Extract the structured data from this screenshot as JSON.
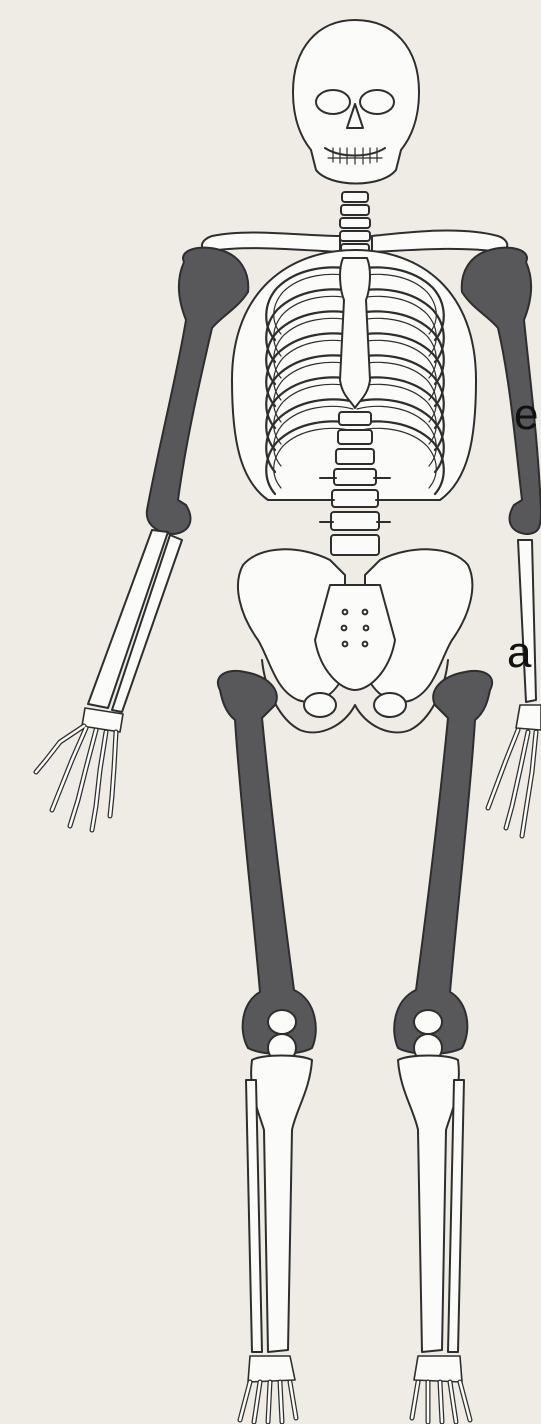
{
  "clipped_text": [
    "e",
    "a"
  ],
  "colors": {
    "background": "#eeece5",
    "bone_fill": "#fbfbf9",
    "bone_outline": "#2e2e2e",
    "highlighted_bone": "#58585a",
    "text": "#111111"
  },
  "highlighted_bones": [
    "humerus-left",
    "humerus-right",
    "femur-left",
    "femur-right"
  ]
}
